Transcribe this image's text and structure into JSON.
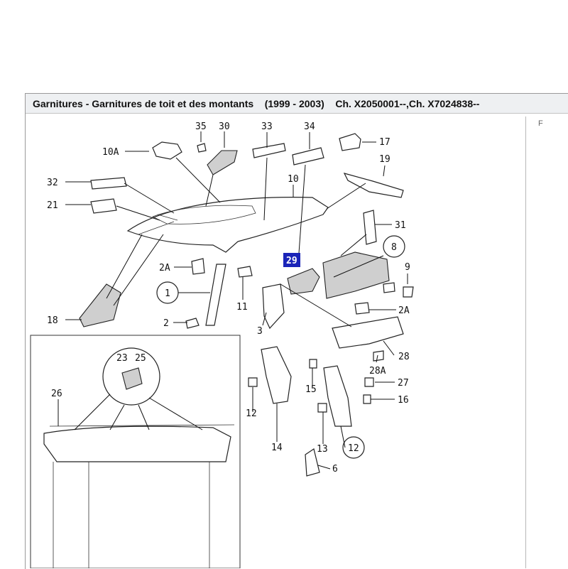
{
  "window": {
    "title": "Garnitures - Garnitures de toit et des montants    (1999 - 2003)    Ch. X2050001--,Ch. X7024838--",
    "side_panel_letter": "F"
  },
  "colors": {
    "highlight": "#1b24b8",
    "highlight_text": "#ffffff",
    "line": "#111111"
  },
  "highlighted_part": "29",
  "callouts": {
    "c10A": "10A",
    "c35": "35",
    "c30": "30",
    "c33": "33",
    "c34": "34",
    "c17": "17",
    "c19": "19",
    "c32": "32",
    "c10": "10",
    "c21": "21",
    "c31": "31",
    "c8": "8",
    "c29": "29",
    "c9": "9",
    "c2A_left": "2A",
    "c1": "1",
    "c11": "11",
    "c2A_right": "2A",
    "c18": "18",
    "c2": "2",
    "c3": "3",
    "c28": "28",
    "c23": "23",
    "c25": "25",
    "c28A": "28A",
    "c27": "27",
    "c26": "26",
    "c15": "15",
    "c16": "16",
    "c12_left": "12",
    "c14": "14",
    "c13": "13",
    "c12_circle": "12",
    "c6": "6"
  }
}
